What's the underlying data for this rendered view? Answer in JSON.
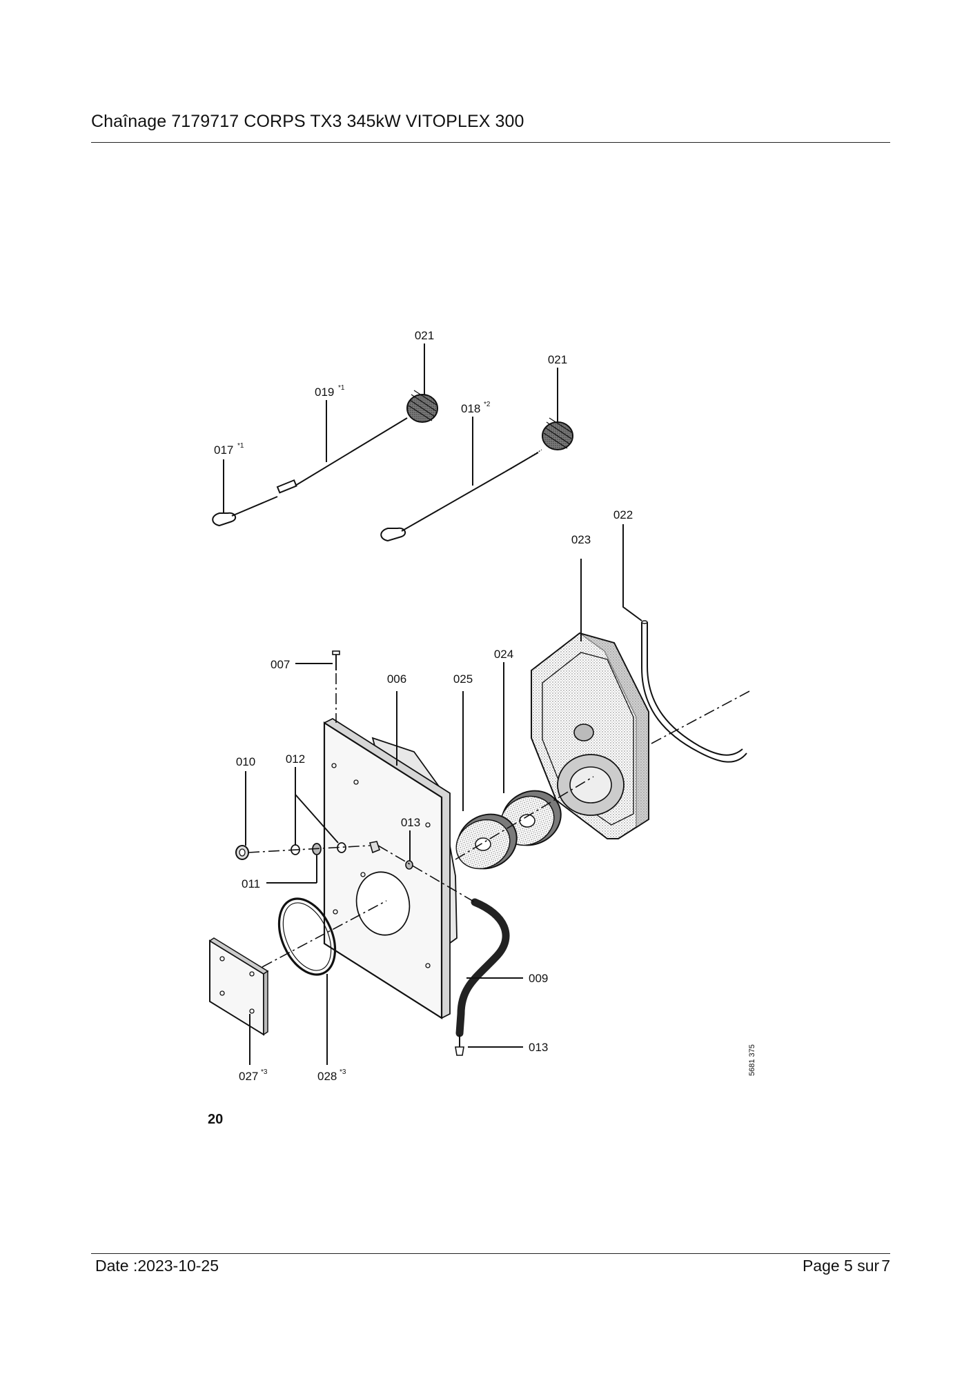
{
  "header": {
    "title": "Chaînage 7179717 CORPS TX3 345kW VITOPLEX 300"
  },
  "diagram": {
    "section_number": "20",
    "drawing_id": "5681 375",
    "callouts": [
      {
        "label": "021",
        "note": ""
      },
      {
        "label": "021",
        "note": ""
      },
      {
        "label": "019",
        "note": "*1"
      },
      {
        "label": "018",
        "note": "*2"
      },
      {
        "label": "017",
        "note": "*1"
      },
      {
        "label": "022",
        "note": ""
      },
      {
        "label": "023",
        "note": ""
      },
      {
        "label": "007",
        "note": ""
      },
      {
        "label": "024",
        "note": ""
      },
      {
        "label": "006",
        "note": ""
      },
      {
        "label": "025",
        "note": ""
      },
      {
        "label": "010",
        "note": ""
      },
      {
        "label": "012",
        "note": ""
      },
      {
        "label": "013",
        "note": ""
      },
      {
        "label": "011",
        "note": ""
      },
      {
        "label": "009",
        "note": ""
      },
      {
        "label": "013",
        "note": ""
      },
      {
        "label": "027",
        "note": "*3"
      },
      {
        "label": "028",
        "note": "*3"
      }
    ]
  },
  "footer": {
    "date": "Date :2023-10-25",
    "page_label": "Page 5 sur",
    "page_total": "7"
  }
}
